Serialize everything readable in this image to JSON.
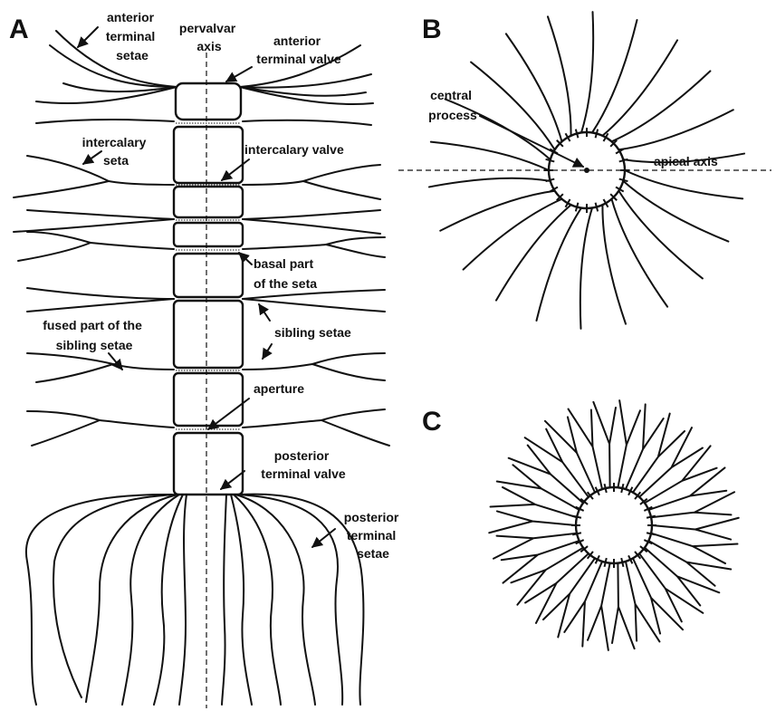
{
  "panels": {
    "a": "A",
    "b": "B",
    "c": "C"
  },
  "labels": {
    "anterior_terminal_setae": [
      "anterior",
      "terminal",
      "setae"
    ],
    "pervalvar_axis": [
      "pervalvar",
      "axis"
    ],
    "anterior_terminal_valve": [
      "anterior",
      "terminal valve"
    ],
    "intercalary_seta": [
      "intercalary",
      "seta"
    ],
    "intercalary_valve": [
      "intercalary valve"
    ],
    "basal_part": [
      "basal part",
      "of the seta"
    ],
    "fused_part": [
      "fused part of the",
      "sibling setae"
    ],
    "sibling_setae": [
      "sibling setae"
    ],
    "aperture": [
      "aperture"
    ],
    "posterior_terminal_valve": [
      "posterior",
      "terminal valve"
    ],
    "posterior_terminal_setae": [
      "posterior",
      "terminal",
      "setae"
    ],
    "central_process": [
      "central",
      "process"
    ],
    "apical_axis": [
      "apical axis"
    ]
  }
}
